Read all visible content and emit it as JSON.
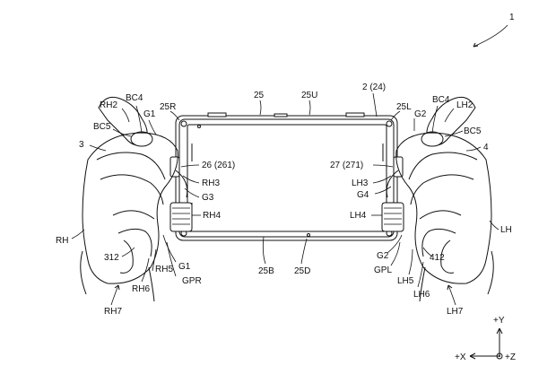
{
  "figure": {
    "ref_main": "1",
    "labels": [
      {
        "id": "RH2",
        "text": "RH2"
      },
      {
        "id": "BC4_r",
        "text": "BC4"
      },
      {
        "id": "G1_r",
        "text": "G1"
      },
      {
        "id": "25R",
        "text": "25R"
      },
      {
        "id": "25",
        "text": "25"
      },
      {
        "id": "25U",
        "text": "25U"
      },
      {
        "id": "2_24",
        "text": "2 (24)"
      },
      {
        "id": "25L",
        "text": "25L"
      },
      {
        "id": "G2_top",
        "text": "G2"
      },
      {
        "id": "BC4_l",
        "text": "BC4"
      },
      {
        "id": "LH2",
        "text": "LH2"
      },
      {
        "id": "BC5_r",
        "text": "BC5"
      },
      {
        "id": "BC5_l",
        "text": "BC5"
      },
      {
        "id": "3",
        "text": "3"
      },
      {
        "id": "4",
        "text": "4"
      },
      {
        "id": "26",
        "text": "26 (261)"
      },
      {
        "id": "27",
        "text": "27 (271)"
      },
      {
        "id": "RH3",
        "text": "RH3"
      },
      {
        "id": "G3",
        "text": "G3"
      },
      {
        "id": "RH4",
        "text": "RH4"
      },
      {
        "id": "LH3",
        "text": "LH3"
      },
      {
        "id": "G4",
        "text": "G4"
      },
      {
        "id": "LH4",
        "text": "LH4"
      },
      {
        "id": "RH",
        "text": "RH"
      },
      {
        "id": "LH",
        "text": "LH"
      },
      {
        "id": "312",
        "text": "312"
      },
      {
        "id": "412",
        "text": "412"
      },
      {
        "id": "G1_b",
        "text": "G1"
      },
      {
        "id": "G2_b",
        "text": "G2"
      },
      {
        "id": "RH5",
        "text": "RH5"
      },
      {
        "id": "RH6",
        "text": "RH6"
      },
      {
        "id": "GPR",
        "text": "GPR"
      },
      {
        "id": "GPL",
        "text": "GPL"
      },
      {
        "id": "LH5",
        "text": "LH5"
      },
      {
        "id": "LH6",
        "text": "LH6"
      },
      {
        "id": "25B",
        "text": "25B"
      },
      {
        "id": "25D",
        "text": "25D"
      },
      {
        "id": "RH7",
        "text": "RH7"
      },
      {
        "id": "LH7",
        "text": "LH7"
      }
    ],
    "axes": {
      "y": "+Y",
      "x": "+X",
      "z": "+Z"
    }
  }
}
